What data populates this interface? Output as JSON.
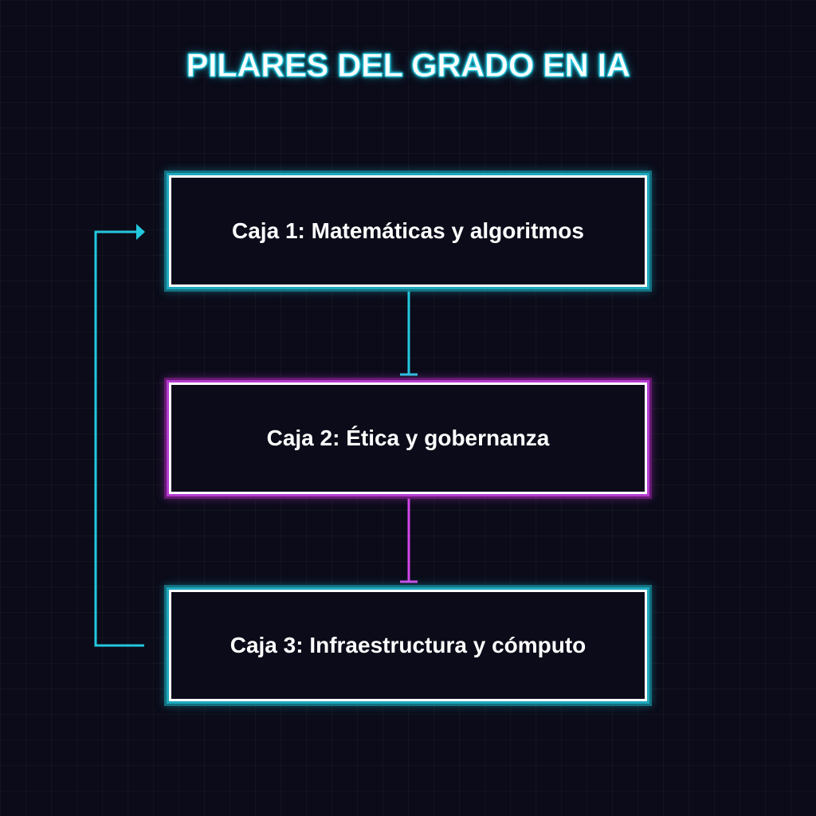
{
  "title": "PILARES DEL GRADO EN IA",
  "colors": {
    "background": "#0b0b19",
    "cyan": "#23c8df",
    "magenta": "#d446e9",
    "box_border": "#ffffff",
    "text": "#ffffff"
  },
  "boxes": [
    {
      "label": "Caja 1: Matemáticas y algoritmos",
      "accent": "cyan"
    },
    {
      "label": "Caja 2: Ética y gobernanza",
      "accent": "magenta"
    },
    {
      "label": "Caja 3: Infraestructura y cómputo",
      "accent": "cyan"
    }
  ],
  "connectors": [
    {
      "from": "Caja 1",
      "to": "Caja 2",
      "color": "cyan"
    },
    {
      "from": "Caja 2",
      "to": "Caja 3",
      "color": "magenta"
    },
    {
      "from": "Caja 3",
      "to": "Caja 1",
      "color": "cyan",
      "route": "loop-left"
    }
  ]
}
